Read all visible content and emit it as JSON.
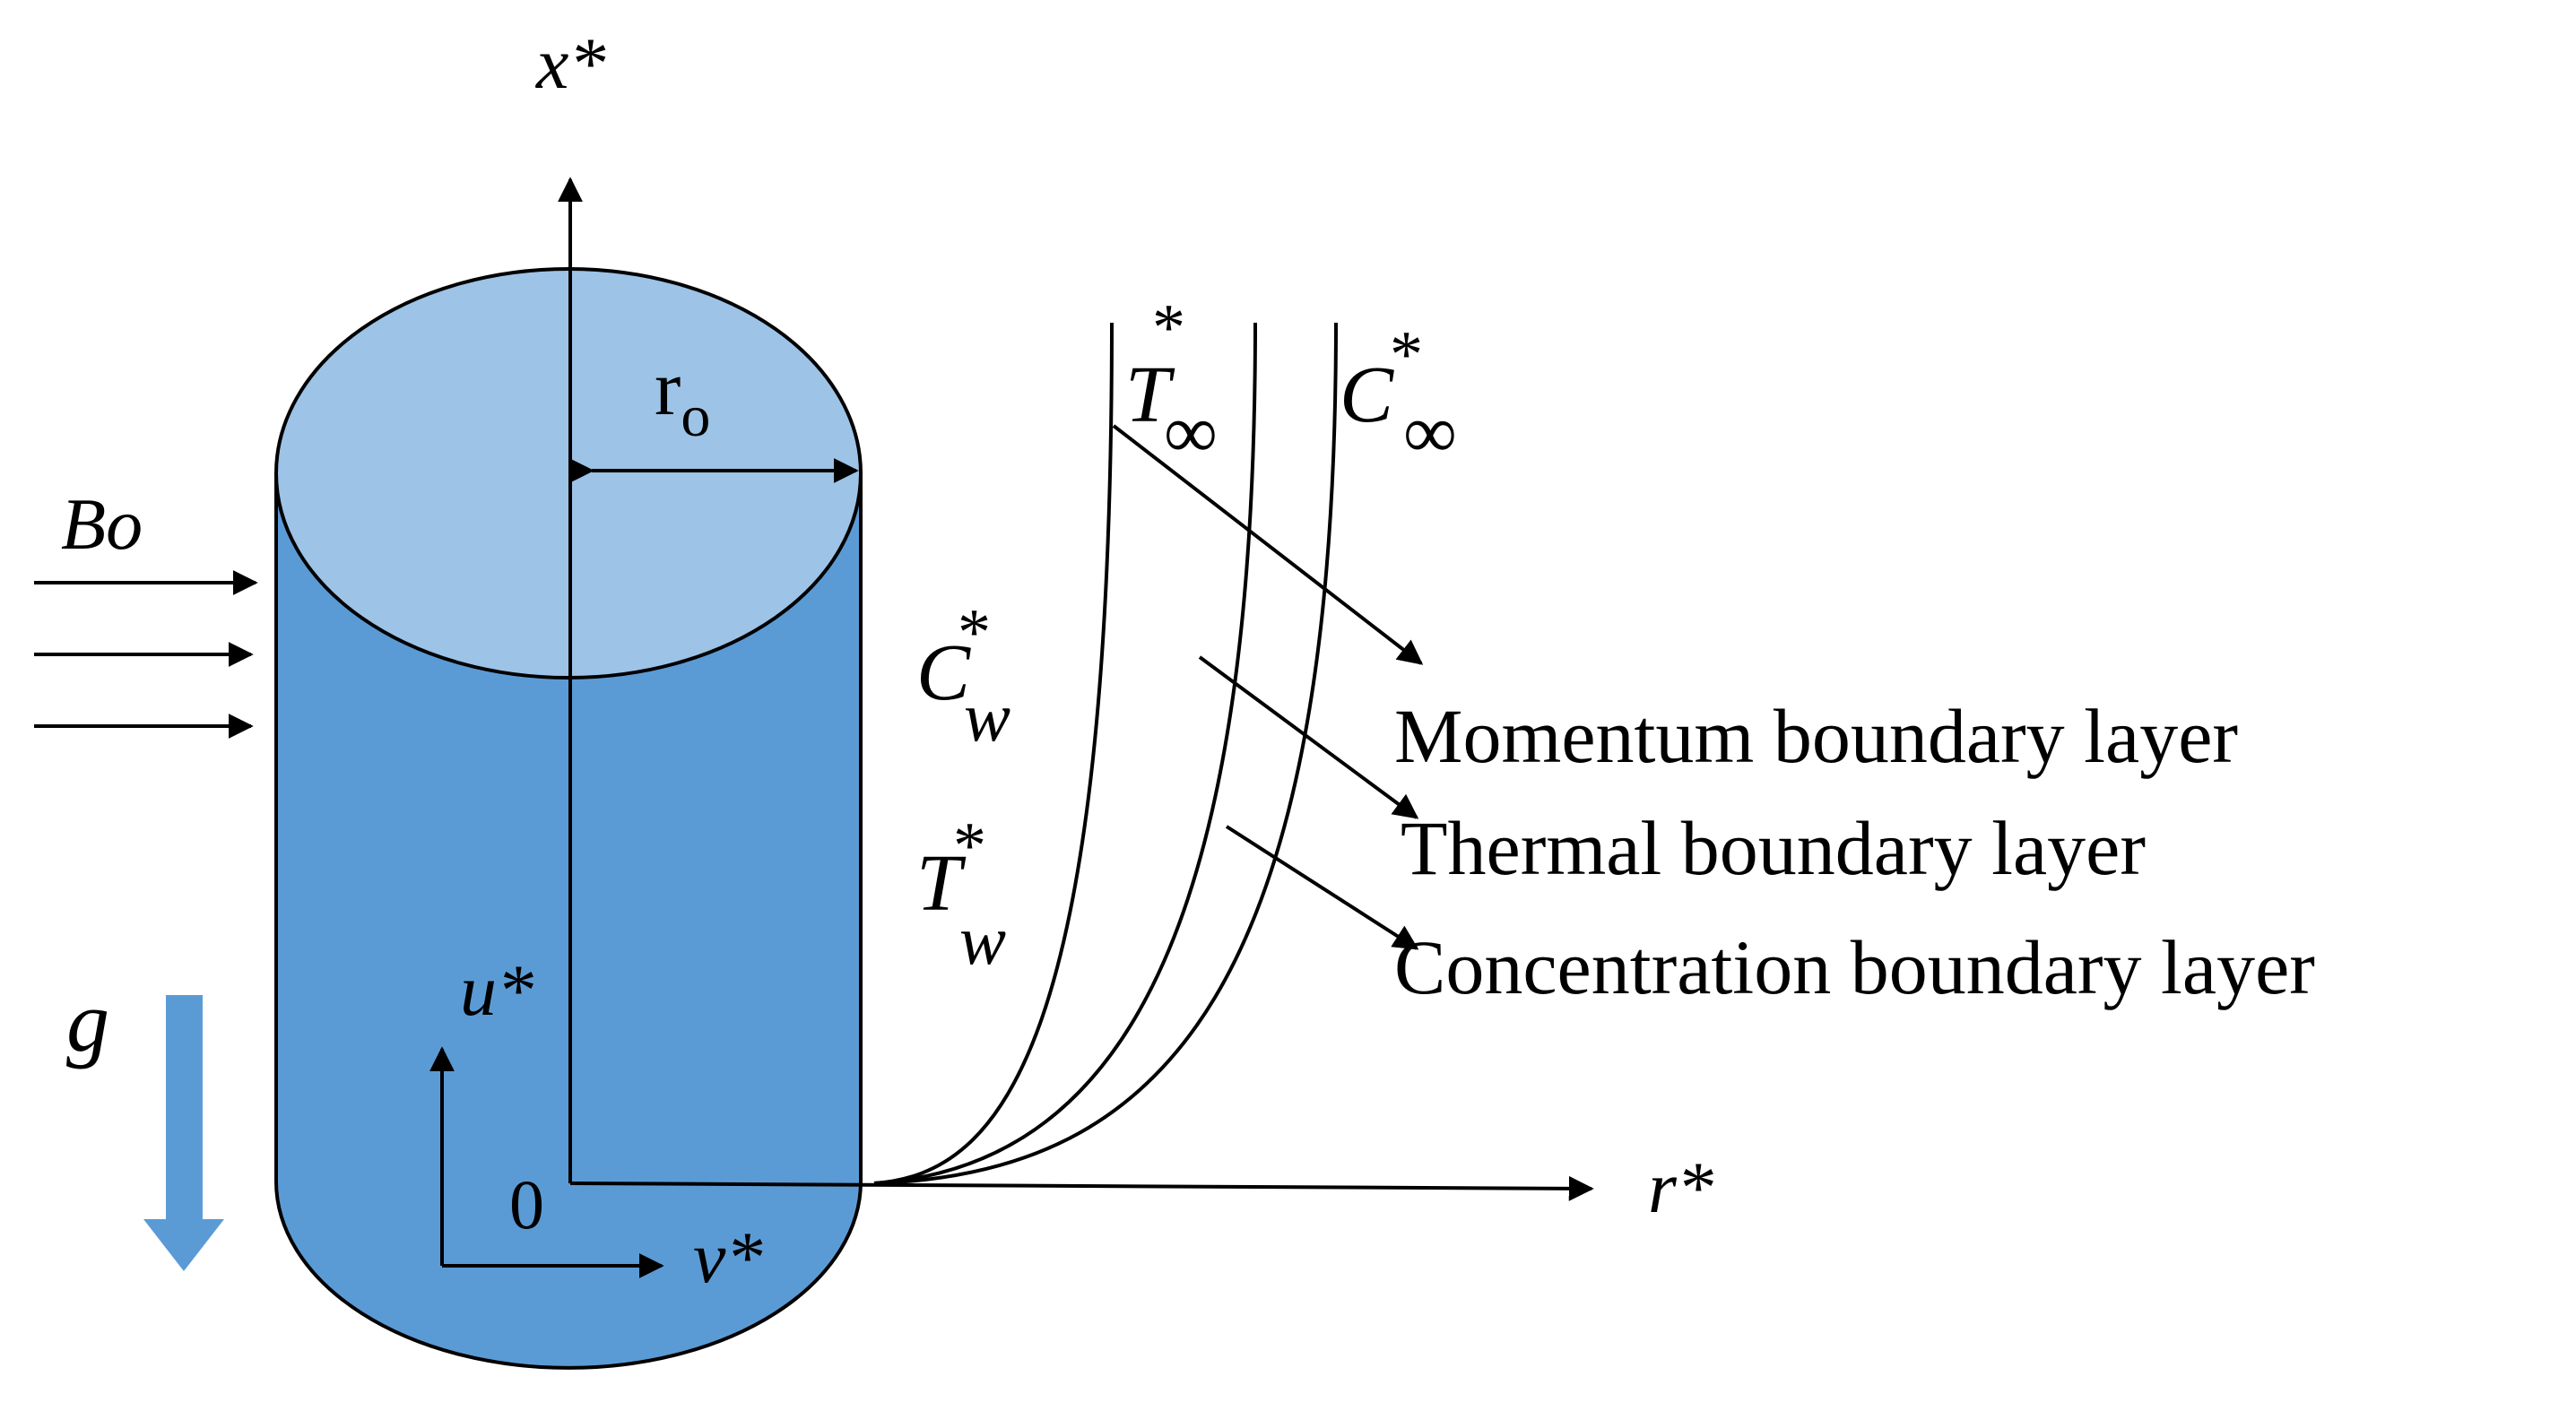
{
  "colors": {
    "cylinder_body": "#5b9bd5",
    "cylinder_top": "#9dc3e6",
    "gravity_arrow": "#5b9bd5",
    "line": "#000000"
  },
  "labels": {
    "x_axis": "x*",
    "r_axis": "r*",
    "radius": "r",
    "radius_sub": "o",
    "magnetic_field": "Bo",
    "gravity": "g",
    "u_velocity": "u*",
    "v_velocity": "v*",
    "origin": "0",
    "t_inf_main": "T",
    "t_inf_sup": "*",
    "t_inf_sub": "∞",
    "c_inf_main": "C",
    "c_inf_sup": "*",
    "c_inf_sub": "∞",
    "c_w_main": "C",
    "c_w_sup": "*",
    "c_w_sub": "w",
    "t_w_main": "T",
    "t_w_sup": "*",
    "t_w_sub": "w"
  },
  "legend": [
    "Momentum boundary layer",
    "Thermal boundary layer",
    "Concentration boundary layer"
  ]
}
